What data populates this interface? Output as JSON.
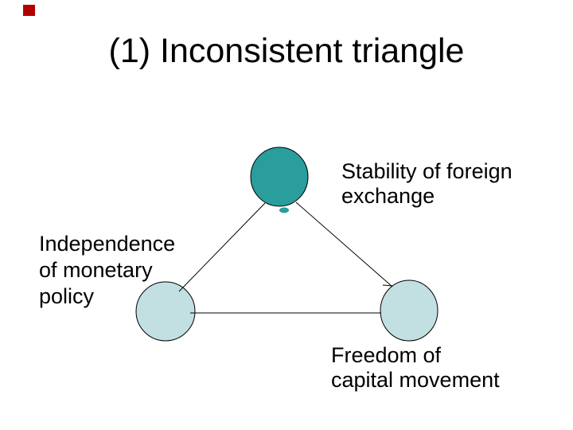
{
  "slide": {
    "title": "(1) Inconsistent triangle"
  },
  "diagram": {
    "type": "triangle-diagram",
    "description": "Impossible trinity triangle: three circles connected by lines",
    "labels": {
      "stability": {
        "line1": "Stability of foreign",
        "line2": "exchange"
      },
      "independence": {
        "line1": "Independence",
        "line2": "of monetary",
        "line3": "policy"
      },
      "freedom": {
        "line1": "Freedom of",
        "line2": "capital movement"
      }
    }
  },
  "colors": {
    "background": "#FFFFFF",
    "text": "#000000",
    "top_circle_fill": "#2A9D9D",
    "bottom_circle_fill": "#C2DFE1",
    "circle_outline": "#000000",
    "connector_line": "#000000",
    "corner_marker": "#B20000"
  }
}
